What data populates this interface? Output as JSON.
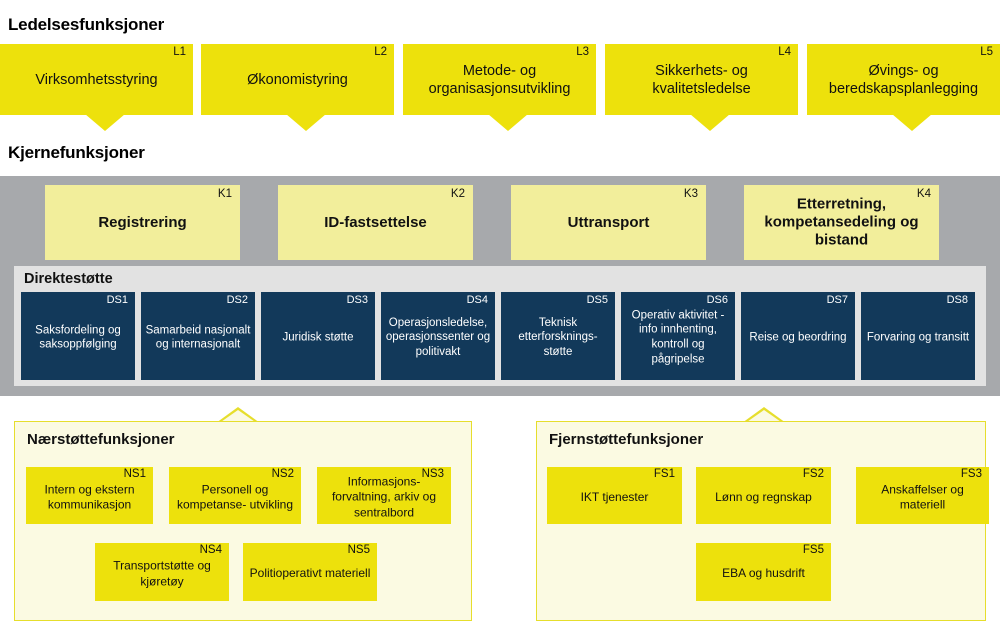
{
  "sections": {
    "management": {
      "heading": "Ledelsesfunksjoner"
    },
    "core": {
      "heading": "Kjernefunksjoner"
    },
    "direct_support": {
      "heading": "Direktestøtte"
    },
    "near_support": {
      "heading": "Nærstøttefunksjoner"
    },
    "remote_support": {
      "heading": "Fjernstøttefunksjoner"
    }
  },
  "colors": {
    "bright_yellow": "#EDE10C",
    "pale_yellow": "#F2EE9B",
    "panel_cream": "#FBFAE2",
    "panel_border": "#E6DE2C",
    "gray_band": "#A7A9AC",
    "light_gray_panel": "#E2E2E2",
    "dark_navy": "#12395A"
  },
  "management_boxes": [
    {
      "code": "L1",
      "label": "Virksomhetsstyring"
    },
    {
      "code": "L2",
      "label": "Økonomistyring"
    },
    {
      "code": "L3",
      "label": "Metode- og organisasjonsutvikling"
    },
    {
      "code": "L4",
      "label": "Sikkerhets- og kvalitetsledelse"
    },
    {
      "code": "L5",
      "label": "Øvings- og beredskapsplanlegging"
    }
  ],
  "core_boxes": [
    {
      "code": "K1",
      "label": "Registrering"
    },
    {
      "code": "K2",
      "label": "ID-fastsettelse"
    },
    {
      "code": "K3",
      "label": "Uttransport"
    },
    {
      "code": "K4",
      "label": "Etterretning, kompetansedeling og bistand"
    }
  ],
  "direct_support_boxes": [
    {
      "code": "DS1",
      "label": "Saksfordeling og saksoppfølging"
    },
    {
      "code": "DS2",
      "label": "Samarbeid nasjonalt og internasjonalt"
    },
    {
      "code": "DS3",
      "label": "Juridisk støtte"
    },
    {
      "code": "DS4",
      "label": "Operasjonsledelse, operasjonssenter og politivakt"
    },
    {
      "code": "DS5",
      "label": "Teknisk etterforsknings- støtte"
    },
    {
      "code": "DS6",
      "label": "Operativ aktivitet -info innhenting, kontroll og pågripelse"
    },
    {
      "code": "DS7",
      "label": "Reise og beordring"
    },
    {
      "code": "DS8",
      "label": "Forvaring og transitt"
    }
  ],
  "near_support_boxes": [
    {
      "code": "NS1",
      "label": "Intern og ekstern kommunikasjon"
    },
    {
      "code": "NS2",
      "label": "Personell og kompetanse- utvikling"
    },
    {
      "code": "NS3",
      "label": "Informasjons- forvaltning, arkiv og sentralbord"
    },
    {
      "code": "NS4",
      "label": "Transportstøtte og kjøretøy"
    },
    {
      "code": "NS5",
      "label": "Politioperativt materiell"
    }
  ],
  "remote_support_boxes": [
    {
      "code": "FS1",
      "label": "IKT tjenester"
    },
    {
      "code": "FS2",
      "label": "Lønn og regnskap"
    },
    {
      "code": "FS3",
      "label": "Anskaffelser og materiell"
    },
    {
      "code": "FS5",
      "label": "EBA og husdrift"
    }
  ]
}
